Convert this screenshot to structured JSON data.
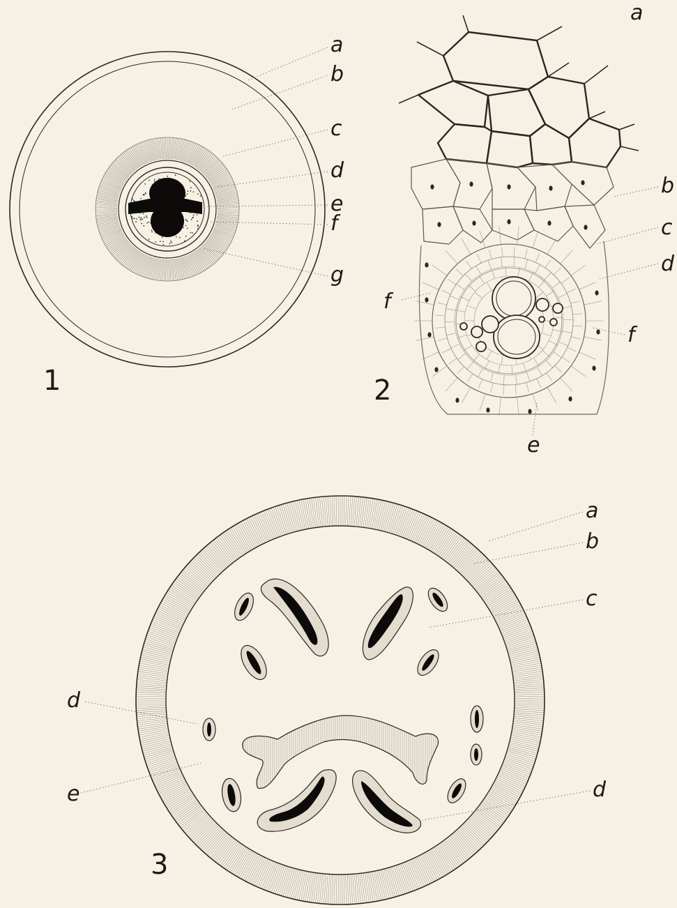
{
  "figures": [
    {
      "number": "1",
      "labels": [
        "a",
        "b",
        "c",
        "d",
        "e",
        "f",
        "g"
      ]
    },
    {
      "number": "2",
      "labels": [
        "a",
        "b",
        "c",
        "d",
        "e",
        "f",
        "f"
      ]
    },
    {
      "number": "3",
      "labels": [
        "a",
        "b",
        "c",
        "d",
        "d",
        "e"
      ]
    }
  ]
}
